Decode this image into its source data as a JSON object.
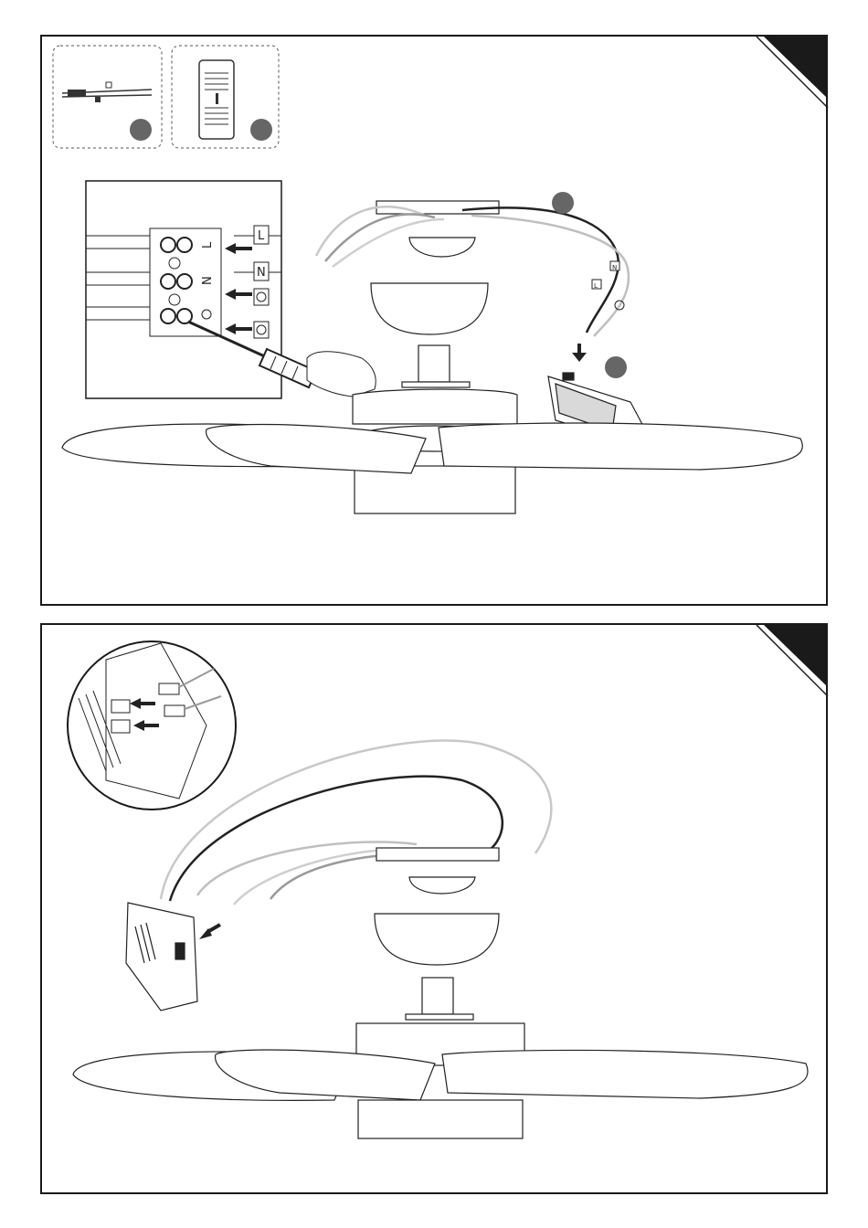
{
  "colors": {
    "line": "#1a1a1a",
    "wire_dark": "#222222",
    "wire_gray": "#9a9a9a",
    "wire_light": "#c8c8c8",
    "badge": "#666666",
    "corner": "#1a1a1a"
  },
  "panel1": {
    "terminal_labels": [
      "L",
      "N"
    ],
    "wall_labels": [
      "L",
      "N"
    ],
    "connector_tags": [
      "L",
      "N"
    ],
    "icons": [
      "earth-icon",
      "screwdriver-icon",
      "arrow-icon",
      "circle-badge-icon"
    ]
  },
  "panel2": {
    "icons": [
      "magnifier-circle-icon",
      "arrow-icon",
      "receiver-box-icon"
    ]
  }
}
